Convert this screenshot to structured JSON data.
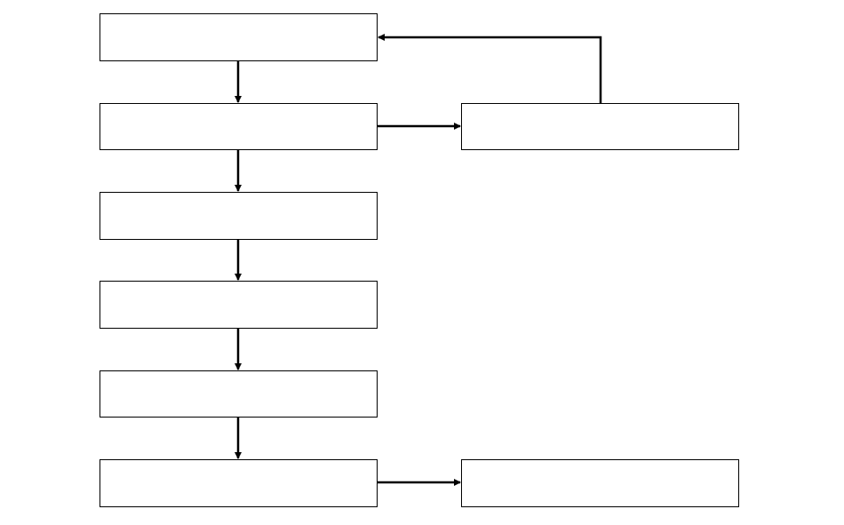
{
  "diagram": {
    "type": "flowchart",
    "line_color": "#000000",
    "background_color": "#ffffff",
    "boxes": [
      {
        "id": "box-1",
        "label": ""
      },
      {
        "id": "box-2",
        "label": ""
      },
      {
        "id": "box-3",
        "label": ""
      },
      {
        "id": "box-4",
        "label": ""
      },
      {
        "id": "box-5",
        "label": ""
      },
      {
        "id": "box-6",
        "label": ""
      },
      {
        "id": "box-side-top",
        "label": ""
      },
      {
        "id": "box-side-bottom",
        "label": ""
      }
    ],
    "connections": [
      {
        "from": "box-1",
        "to": "box-2"
      },
      {
        "from": "box-2",
        "to": "box-3"
      },
      {
        "from": "box-3",
        "to": "box-4"
      },
      {
        "from": "box-4",
        "to": "box-5"
      },
      {
        "from": "box-5",
        "to": "box-6"
      },
      {
        "from": "box-2",
        "to": "box-side-top"
      },
      {
        "from": "box-side-top",
        "to": "box-1"
      },
      {
        "from": "box-6",
        "to": "box-side-bottom"
      }
    ]
  }
}
